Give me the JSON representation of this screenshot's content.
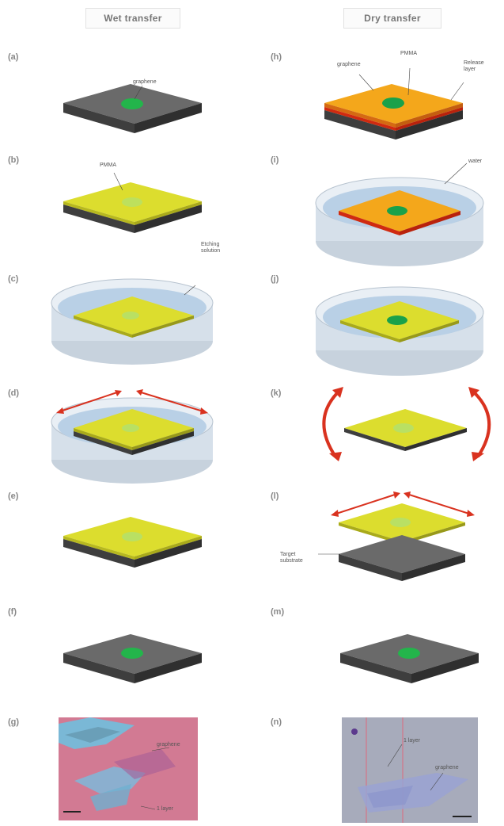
{
  "titles": {
    "wet": "Wet transfer",
    "dry": "Dry transfer"
  },
  "panels": {
    "a": "(a)",
    "b": "(b)",
    "c": "(c)",
    "d": "(d)",
    "e": "(e)",
    "f": "(f)",
    "g": "(g)",
    "h": "(h)",
    "i": "(i)",
    "j": "(j)",
    "k": "(k)",
    "l": "(l)",
    "m": "(m)",
    "n": "(n)"
  },
  "callouts": {
    "a_graphene": "graphene",
    "b_pmma": "PMMA",
    "c_etching": "Etching solution",
    "h_graphene": "graphene",
    "h_pmma": "PMMA",
    "h_release": "Release layer",
    "i_water": "water",
    "l_target": "Target substrate",
    "g_graphene": "graphene",
    "g_1l": "1 layer",
    "n_1l": "1 layer",
    "n_graphene": "graphene"
  },
  "colors": {
    "substrate": "#5f5f5f",
    "graphene": "#2bb24a",
    "pmma": "#d9dc2c",
    "release": "#e98a14",
    "dish": "#c9d6e4",
    "arrow": "#d9321f"
  }
}
